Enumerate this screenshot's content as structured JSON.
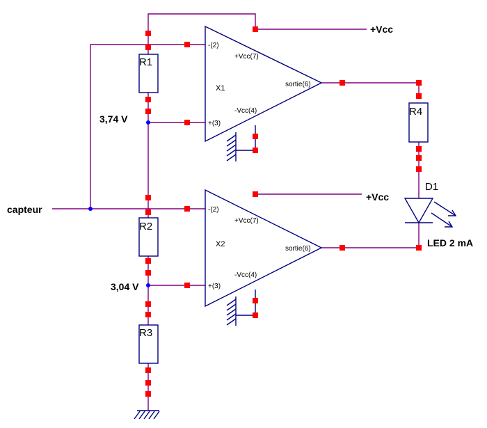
{
  "labels": {
    "vcc_top": "+Vcc",
    "vcc_mid": "+Vcc",
    "sensor": "capteur",
    "v1": "3,74 V",
    "v2": "3,04 V",
    "led_current": "LED 2 mA"
  },
  "components": {
    "r1": "R1",
    "r2": "R2",
    "r3": "R3",
    "r4": "R4",
    "d1": "D1",
    "x1": "X1",
    "x2": "X2"
  },
  "opamp_pins": {
    "x1": {
      "inv": "-(2)",
      "noninv": "+(3)",
      "vpos": "+Vcc(7)",
      "vneg": "-Vcc(4)",
      "out": "sortie(6)"
    },
    "x2": {
      "inv": "-(2)",
      "noninv": "+(3)",
      "vpos": "+Vcc(7)",
      "vneg": "-Vcc(4)",
      "out": "sortie(6)"
    }
  },
  "colors": {
    "wire": "#800080",
    "component": "#000080",
    "pin": "#ff0000",
    "junction": "#0000ff",
    "text": "#000000"
  }
}
